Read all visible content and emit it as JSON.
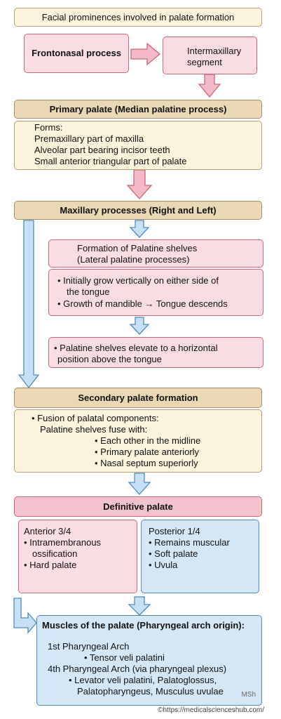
{
  "title": "Facial prominences involved in palate formation",
  "frontonasal": "Frontonasal process",
  "intermaxillary": [
    "Intermaxillary",
    "segment"
  ],
  "primary": {
    "header": "Primary palate (Median palatine process)",
    "forms_label": "Forms:",
    "items": [
      "Premaxillary part of maxilla",
      "Alveolar part bearing incisor teeth",
      "Small anterior triangular part of palate"
    ]
  },
  "maxillary": "Maxillary processes (Right and Left)",
  "shelves": {
    "title": [
      "Formation of Palatine shelves",
      "(Lateral palatine processes)"
    ],
    "bullet1": [
      "• Initially grow vertically on either side of",
      "the tongue"
    ],
    "bullet2": "• Growth of mandible → Tongue descends"
  },
  "elevate": [
    "• Palatine shelves elevate to a horizontal",
    "position above the tongue"
  ],
  "secondary": {
    "header": "Secondary palate formation",
    "lines": [
      "• Fusion of palatal components:",
      "Palatine shelves fuse with:"
    ],
    "items": [
      "• Each other in the midline",
      "• Primary palate anteriorly",
      "• Nasal septum superiorly"
    ]
  },
  "definitive": "Definitive palate",
  "anterior": {
    "title": "Anterior 3/4",
    "lines": [
      "• Intramembranous",
      "ossification",
      "• Hard palate"
    ]
  },
  "posterior": {
    "title": "Posterior 1/4",
    "lines": [
      "• Remains muscular",
      "• Soft palate",
      "• Uvula"
    ]
  },
  "muscles": {
    "title": "Muscles of the palate (Pharyngeal arch origin):",
    "arch1": "1st Pharyngeal Arch",
    "arch1_item": "• Tensor veli palatini",
    "arch4": "4th Pharyngeal Arch (via pharyngeal plexus)",
    "arch4_items": [
      "• Levator veli palatini, Palatoglossus,",
      "Palatopharyngeus, Musculus uvulae"
    ],
    "signature": "MSh"
  },
  "credit": "©https://medicalscienceshub.com/",
  "colors": {
    "cream": "#fbf3dc",
    "tan": "#ead7b4",
    "pink": "#f9dde3",
    "pink_header": "#f2c3cc",
    "blue": "#d4e7f7",
    "pink_arrow": "#f4b9c6",
    "blue_arrow": "#c8e0f5"
  }
}
